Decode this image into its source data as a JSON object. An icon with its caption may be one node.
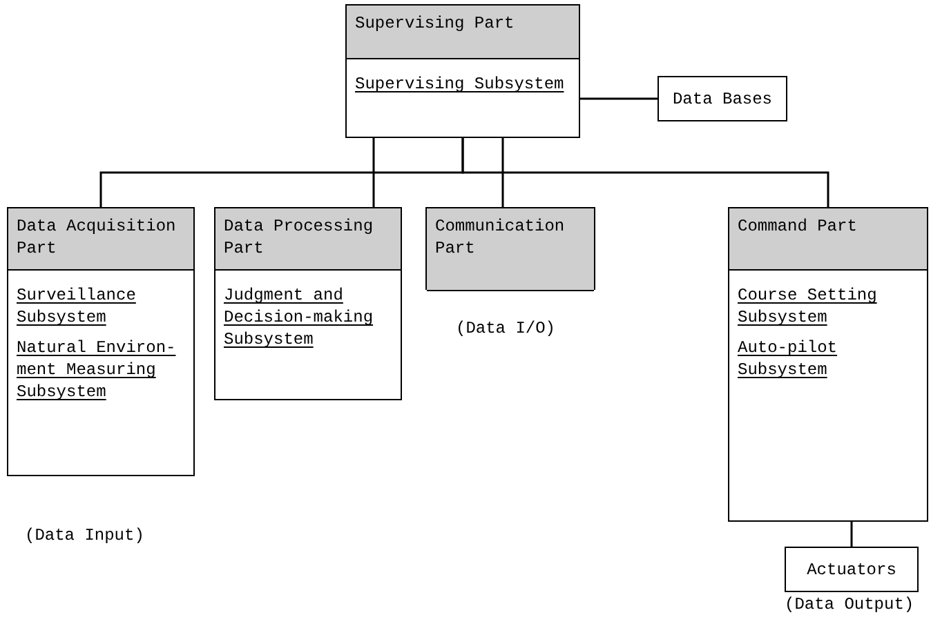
{
  "diagram": {
    "nodes": [
      {
        "text": [
          "Supervising Part",
          "Supervising Subsystem"
        ]
      },
      {
        "text": [
          "Data Bases"
        ]
      },
      {
        "text": [
          "Data Acquisition Part",
          "Surveillance Subsystem",
          "Natural Environ- ment Measuring Subsystem"
        ],
        "beside": [
          "(Data Input)"
        ]
      },
      {
        "text": [
          "Data Processing Part",
          "Judgment and Decision-making Subsystem"
        ]
      },
      {
        "text": [
          "Communication Part"
        ],
        "beside": [
          "(Data I/O)"
        ]
      },
      {
        "text": [
          "Command Part",
          "Course Setting Subsystem",
          "Auto-pilot Subsystem"
        ]
      },
      {
        "text": [
          "Actuators"
        ],
        "beside": [
          "(Data Output)"
        ]
      }
    ],
    "edges": [
      {
        "from": 0,
        "to": 1,
        "arrow": "none"
      },
      {
        "from": 0,
        "to": 2,
        "arrow": "none"
      },
      {
        "from": 0,
        "to": 3,
        "arrow": "none"
      },
      {
        "from": 0,
        "to": 4,
        "arrow": "none"
      },
      {
        "from": 0,
        "to": 5,
        "arrow": "none"
      },
      {
        "from": 5,
        "to": 6,
        "arrow": "none"
      }
    ]
  }
}
